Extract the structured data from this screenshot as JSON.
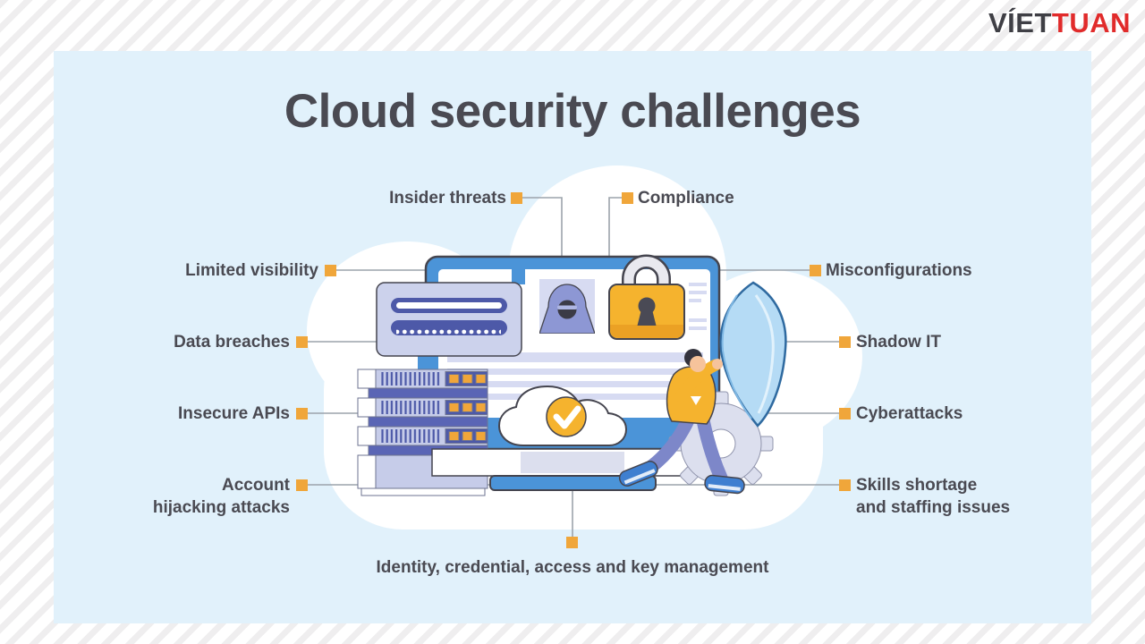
{
  "logo": {
    "part1": "VÍET",
    "part2": "TUAN"
  },
  "title": "Cloud security challenges",
  "callouts": {
    "insider_threats": {
      "text": "Insider threats"
    },
    "compliance": {
      "text": "Compliance"
    },
    "limited_visibility": {
      "text": "Limited visibility"
    },
    "misconfigurations": {
      "text": "Misconfigurations"
    },
    "data_breaches": {
      "text": "Data breaches"
    },
    "shadow_it": {
      "text": "Shadow IT"
    },
    "insecure_apis": {
      "text": "Insecure APIs"
    },
    "cyberattacks": {
      "text": "Cyberattacks"
    },
    "account_hijacking": {
      "line1": "Account",
      "line2": "hijacking attacks"
    },
    "skills_shortage": {
      "line1": "Skills shortage",
      "line2": "and staffing issues"
    },
    "identity_management": {
      "text": "Identity, credential, access and key management"
    }
  },
  "illustration": {
    "icons": [
      "monitor",
      "login-form",
      "password-dots",
      "hacker",
      "padlock",
      "server-stack",
      "cloud-checkmark",
      "shield",
      "person-holding-shield",
      "gear",
      "background-cloud"
    ]
  },
  "colors": {
    "accent_marker": "#F0A63A",
    "connector_line": "#9CA3AB",
    "text_dark": "#4A4A52",
    "panel_bg": "#E1F1FB",
    "stripe": "#EFEEEF",
    "logo_dark": "#3F3F45",
    "logo_red": "#E12B2B",
    "monitor_blue": "#4B94D8",
    "indigo": "#4D59A8",
    "lavender": "#D7DBF2",
    "lavender_card": "#CCD2EC",
    "server_fill": "#C6CCE9",
    "server_mid": "#5A65B5",
    "lock_yellow": "#F5B32E",
    "lock_yellow_dark": "#EBA124",
    "keyhole": "#4A4A55",
    "shield_fill": "#B5DBF5",
    "shield_stroke": "#2F6AA0",
    "skin": "#F6C39B",
    "hair": "#33333D",
    "pants": "#7D87C9",
    "shoe": "#3F7FD0",
    "outline": "#45454F",
    "gear": "#DCDFEE",
    "periwinkle": "#8D97D4"
  }
}
